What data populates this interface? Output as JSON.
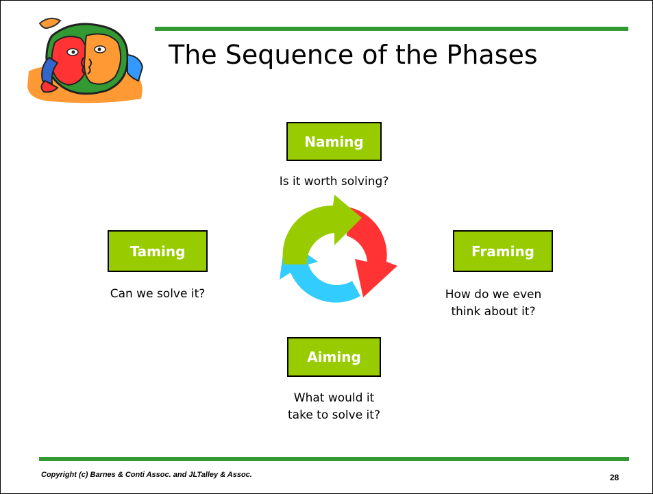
{
  "slide": {
    "title": "The Sequence of the Phases",
    "copyright": "Copyright (c) Barnes & Conti Assoc. and JLTalley & Assoc.",
    "page_number": "28"
  },
  "phases": {
    "naming": {
      "label": "Naming",
      "caption_lines": [
        "Is it worth solving?"
      ]
    },
    "framing": {
      "label": "Framing",
      "caption_lines": [
        "How do we even",
        "think about it?"
      ]
    },
    "aiming": {
      "label": "Aiming",
      "caption_lines": [
        "What would it",
        "take to solve it?"
      ]
    },
    "taming": {
      "label": "Taming",
      "caption_lines": [
        "Can we solve it?"
      ]
    }
  },
  "colors": {
    "accent_rule": "#339933",
    "phase_box": "#99cc00",
    "cycle_green": "#99cc00",
    "cycle_red": "#ff3333",
    "cycle_blue": "#33ccff"
  },
  "icons": {
    "logo": "kissing-faces-illustration",
    "cycle": "circular-arrows-icon"
  }
}
